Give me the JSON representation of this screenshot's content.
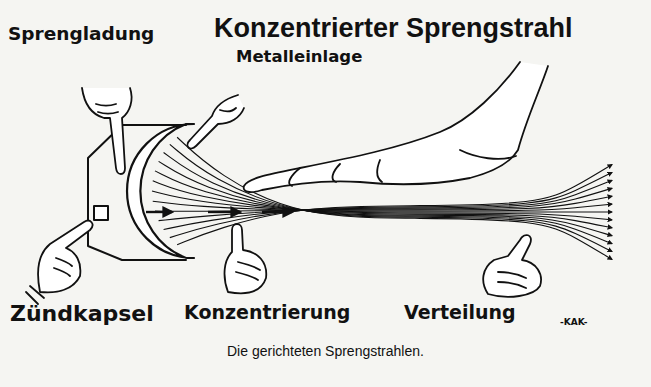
{
  "diagram": {
    "title": "Konzentrierter Sprengstrahl",
    "caption": "Die gerichteten Sprengstrahlen.",
    "labels": [
      "Sprengladung",
      "Metalleinlage",
      "Zündkapsel",
      "Konzentrierung",
      "Verteilung",
      "-KAK-"
    ]
  }
}
